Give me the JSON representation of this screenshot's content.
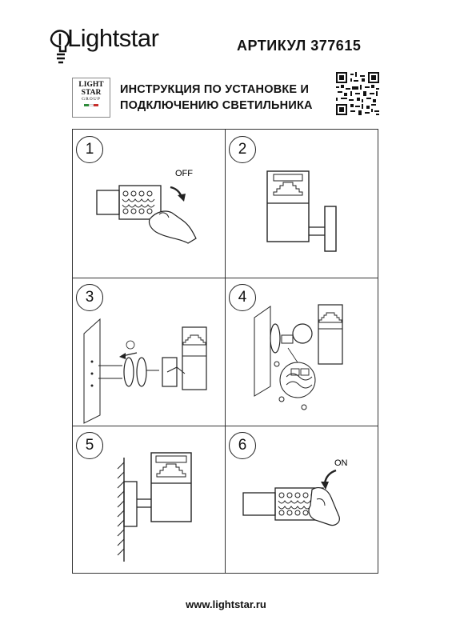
{
  "brand": {
    "name": "Lightstar",
    "logo_alt": "LIGHT STAR GROUP"
  },
  "article": "АРТИКУЛ 377615",
  "instructions_title": [
    "ИНСТРУКЦИЯ ПО УСТАНОВКЕ И",
    "ПОДКЛЮЧЕНИЮ СВЕТИЛЬНИКА"
  ],
  "small_logo": {
    "line1": "LIGHT",
    "line2": "STAR",
    "line3": "GROUP"
  },
  "steps": [
    {
      "number": "1",
      "label": "OFF",
      "icon": "power-off-terminal-icon"
    },
    {
      "number": "2",
      "label": "",
      "icon": "wall-lamp-icon"
    },
    {
      "number": "3",
      "label": "",
      "icon": "mounting-plate-icon"
    },
    {
      "number": "4",
      "label": "",
      "icon": "wiring-icon"
    },
    {
      "number": "5",
      "label": "",
      "icon": "mounted-lamp-icon"
    },
    {
      "number": "6",
      "label": "ON",
      "icon": "power-on-terminal-icon"
    }
  ],
  "footer": "www.lightstar.ru",
  "colors": {
    "line": "#333333",
    "text": "#111111",
    "flag_green": "#2e8b3a",
    "flag_white": "#ffffff",
    "flag_red": "#c8302c"
  }
}
